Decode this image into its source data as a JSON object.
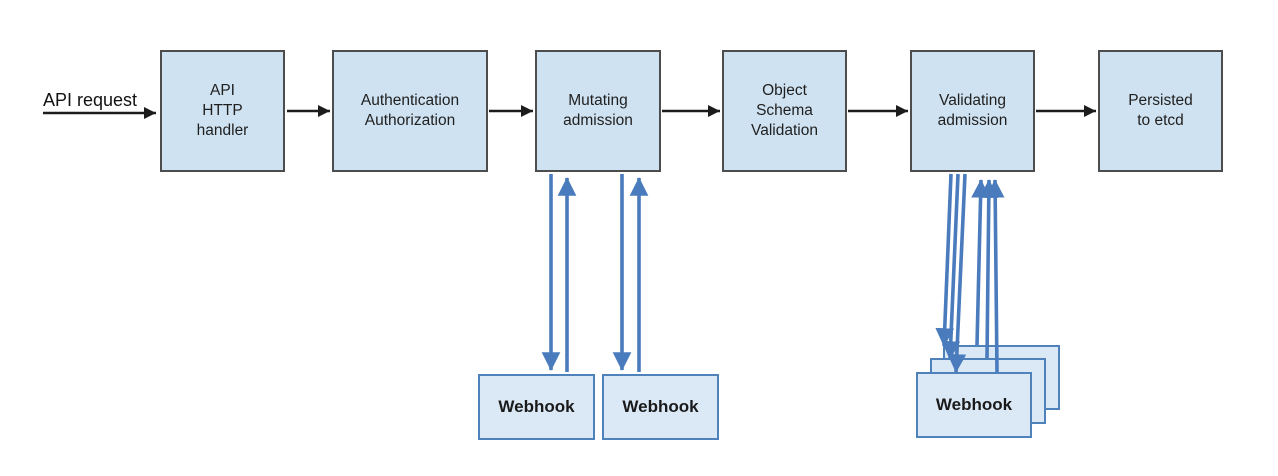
{
  "flow": {
    "request_label": "API request",
    "stages": [
      {
        "label": "API\nHTTP\nhandler"
      },
      {
        "label": "Authentication\nAuthorization"
      },
      {
        "label": "Mutating\nadmission"
      },
      {
        "label": "Object\nSchema\nValidation"
      },
      {
        "label": "Validating\nadmission"
      },
      {
        "label": "Persisted\nto etcd"
      }
    ],
    "mutating_webhooks": [
      {
        "label": "Webhook"
      },
      {
        "label": "Webhook"
      }
    ],
    "validating_webhook_stack": {
      "front_label": "Webhook",
      "stacked_count": 3
    },
    "colors": {
      "stage_fill": "#cfe2f1",
      "stage_border": "#4d4d4d",
      "webhook_fill": "#dbe9f6",
      "webhook_border": "#4f81bb",
      "arrow_blue": "#4a7bbd",
      "arrow_black": "#1c1c1c"
    }
  }
}
